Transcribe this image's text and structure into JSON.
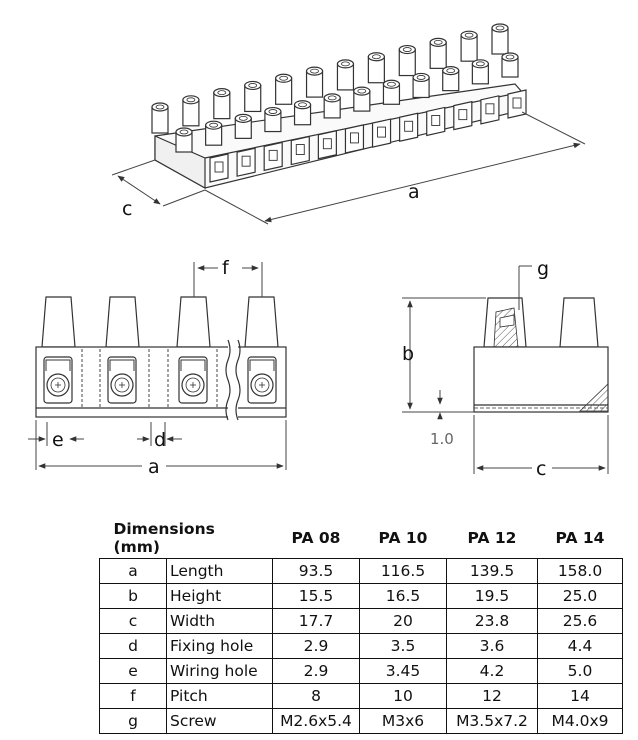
{
  "figure": {
    "perspective_labels": {
      "a": "a",
      "c": "c"
    },
    "front_labels": {
      "f": "f",
      "e": "e",
      "d": "d",
      "a": "a"
    },
    "side_labels": {
      "g": "g",
      "b": "b",
      "offset": "1.0",
      "c": "c"
    }
  },
  "table": {
    "headers": [
      "Dimensions (mm)",
      "PA 08",
      "PA 10",
      "PA 12",
      "PA 14"
    ],
    "rows": [
      {
        "sym": "a",
        "name": "Length",
        "values": [
          "93.5",
          "116.5",
          "139.5",
          "158.0"
        ]
      },
      {
        "sym": "b",
        "name": "Height",
        "values": [
          "15.5",
          "16.5",
          "19.5",
          "25.0"
        ]
      },
      {
        "sym": "c",
        "name": "Width",
        "values": [
          "17.7",
          "20",
          "23.8",
          "25.6"
        ]
      },
      {
        "sym": "d",
        "name": "Fixing hole",
        "values": [
          "2.9",
          "3.5",
          "3.6",
          "4.4"
        ]
      },
      {
        "sym": "e",
        "name": "Wiring hole",
        "values": [
          "2.9",
          "3.45",
          "4.2",
          "5.0"
        ]
      },
      {
        "sym": "f",
        "name": "Pitch",
        "values": [
          "8",
          "10",
          "12",
          "14"
        ]
      },
      {
        "sym": "g",
        "name": "Screw",
        "values": [
          "M2.6x5.4",
          "M3x6",
          "M3.5x7.2",
          "M4.0x9"
        ]
      }
    ]
  }
}
